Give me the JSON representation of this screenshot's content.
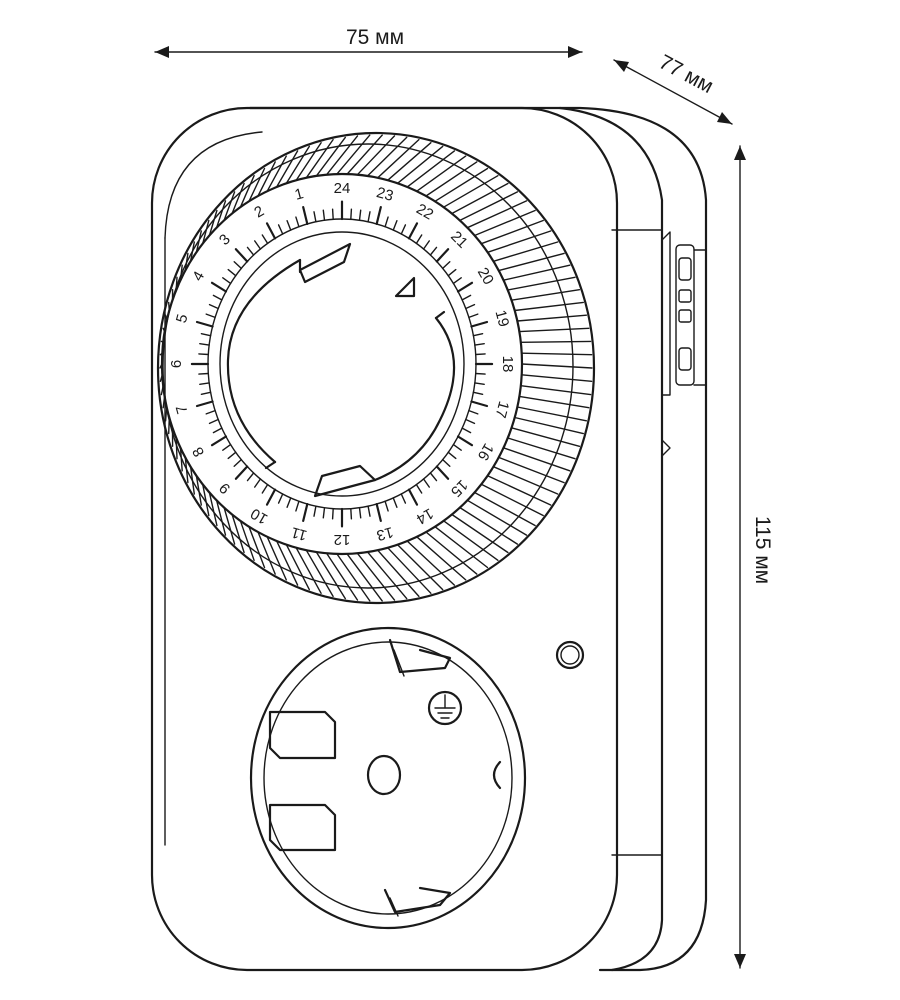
{
  "dimensions": {
    "width": {
      "label": "75 мм"
    },
    "depth": {
      "label": "77 мм"
    },
    "height": {
      "label": "115 мм"
    }
  },
  "dial": {
    "hour_labels": [
      "1",
      "2",
      "3",
      "4",
      "5",
      "6",
      "7",
      "8",
      "9",
      "10",
      "11",
      "12",
      "13",
      "14",
      "15",
      "16",
      "17",
      "18",
      "19",
      "20",
      "21",
      "22",
      "23",
      "24"
    ],
    "arrow_marker": "triangle-arrow-icon"
  },
  "socket": {
    "ground_symbol": "ground-icon"
  },
  "colors": {
    "stroke": "#1a1a1a",
    "background": "#ffffff"
  }
}
